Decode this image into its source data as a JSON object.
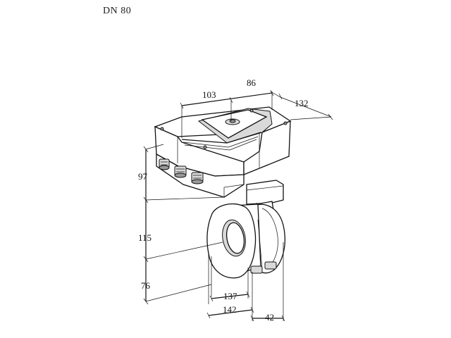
{
  "title": "DN 80",
  "dimensions": {
    "d103": "103",
    "d86": "86",
    "d132": "132",
    "d97": "97",
    "d115": "115",
    "d76": "76",
    "d137": "137",
    "d142": "142",
    "d42": "42"
  }
}
